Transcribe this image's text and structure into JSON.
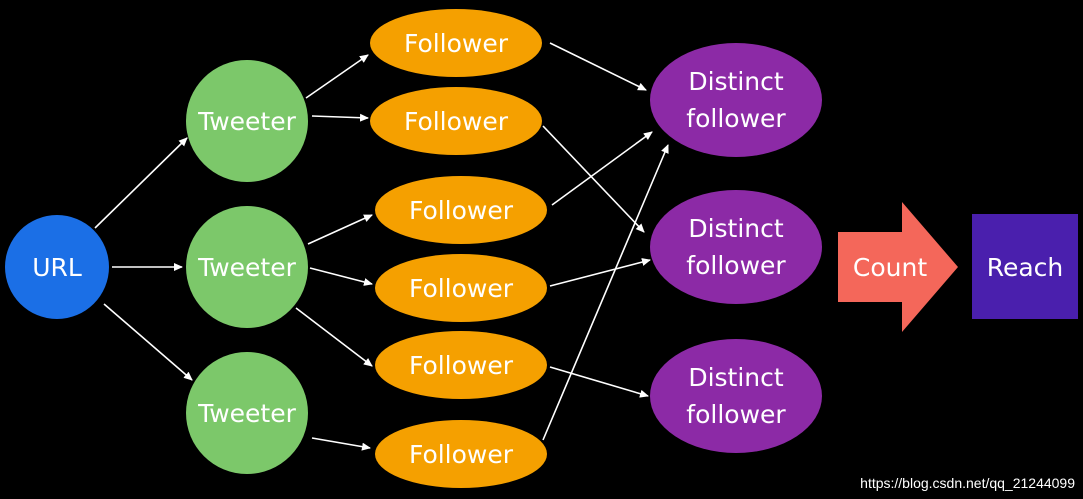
{
  "nodes": {
    "url": "URL",
    "tweeter_1": "Tweeter",
    "tweeter_2": "Tweeter",
    "tweeter_3": "Tweeter",
    "follower_1": "Follower",
    "follower_2": "Follower",
    "follower_3": "Follower",
    "follower_4": "Follower",
    "follower_5": "Follower",
    "follower_6": "Follower",
    "distinct_1": [
      "Distinct",
      "follower"
    ],
    "distinct_2": [
      "Distinct",
      "follower"
    ],
    "distinct_3": [
      "Distinct",
      "follower"
    ],
    "count": "Count",
    "reach": "Reach"
  },
  "watermark": "https://blog.csdn.net/qq_21244099",
  "colors": {
    "background": "#000000",
    "url": "#1b6fe6",
    "tweeter": "#7cc86a",
    "follower": "#f5a000",
    "distinct": "#8c2aa6",
    "count_arrow": "#f4675a",
    "reach": "#4a1fad",
    "edges": "#ffffff"
  }
}
